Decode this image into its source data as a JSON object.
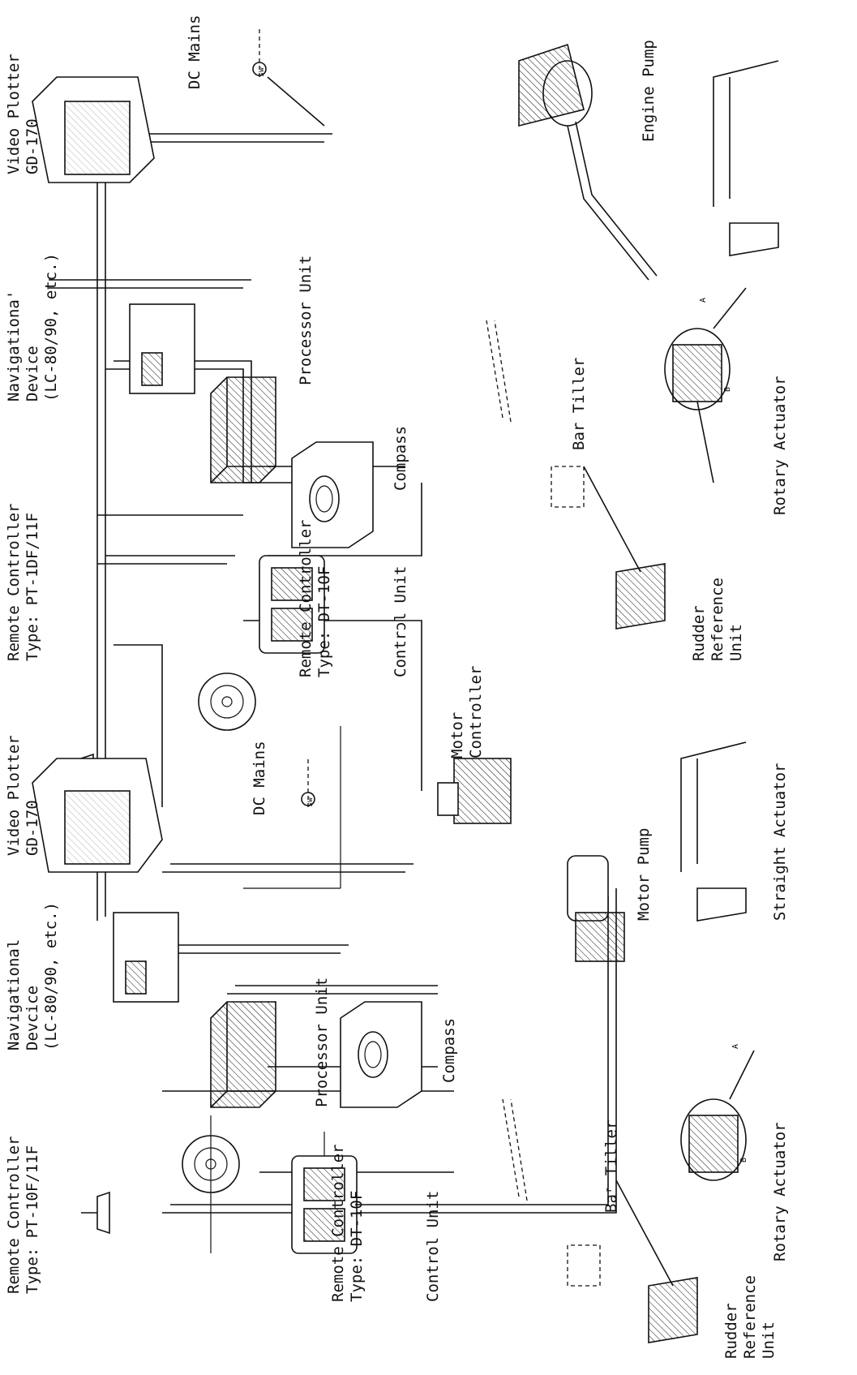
{
  "upper_system": {
    "video_plotter": [
      "Video Plotter",
      "GD-170"
    ],
    "dc_mains": "DC Mains",
    "switch": "sw",
    "engine_pump": "Engine Pump",
    "navigational_device": [
      "Navigationa'",
      "Device",
      "(LC-80/90, etc.)"
    ],
    "processor_unit": "Processor Unit",
    "compass": "Compass",
    "remote_controller_handheld": [
      "Remote Controller",
      "Type: PT-1DF/11F"
    ],
    "remote_controller_dial": [
      "Remote Controller",
      "Type: DT-1OF"
    ],
    "control_unit": "Contrɔl Unit",
    "bar_tiller": "Bar Tiller",
    "rotary_actuator": "Rotary Actuator",
    "rudder_reference_unit": [
      "Rudder",
      "Reference",
      "Unit"
    ]
  },
  "lower_system": {
    "video_plotter": [
      "Video Plotter",
      "GD-170"
    ],
    "dc_mains": "DC Mains",
    "switch": "sw",
    "motor_controller": [
      "Motor",
      "Controller"
    ],
    "motor_pump": "Motor Pump",
    "straight_actuator": "Straight Actuator",
    "navigational_device": [
      "Navigational",
      "Devcice",
      "(LC-80/90, etc.)"
    ],
    "processor_unit": "Processor Unit",
    "compass": "Compass",
    "remote_controller_handheld": [
      "Remote Controller",
      "Type: PT-10F/11F"
    ],
    "remote_controller_dial": [
      "Remote Controller",
      "Type: DT-10F"
    ],
    "control_unit": "Control Unit",
    "bar_tiller": "Baʳ Tiller",
    "rotary_actuator": "Rotary Actuator",
    "rudder_reference_unit": [
      "Rudder",
      "Reference",
      "Unit"
    ]
  },
  "actuator_marks": [
    "A",
    "B"
  ]
}
